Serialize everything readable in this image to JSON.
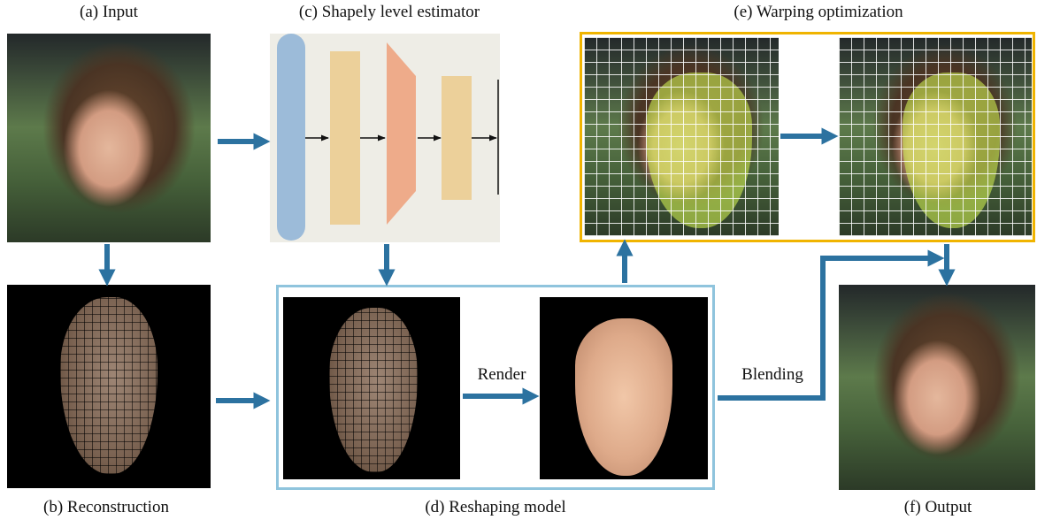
{
  "labels": {
    "input": "(a) Input",
    "reconstruction": "(b) Reconstruction",
    "estimator": "(c) Shapely level estimator",
    "reshaping": "(d) Reshaping model",
    "warping": "(e) Warping optimization",
    "output": "(f) Output"
  },
  "edge_labels": {
    "render": "Render",
    "blending": "Blending"
  },
  "colors": {
    "arrow": "#2c72a0",
    "estimator_bg": "#eeede6",
    "estimator_input": "#9cbbd9",
    "estimator_block": "#ecd09a",
    "estimator_funnel": "#eeab8a",
    "reshaping_border": "#8fc4dd",
    "warping_border": "#f0b400"
  }
}
